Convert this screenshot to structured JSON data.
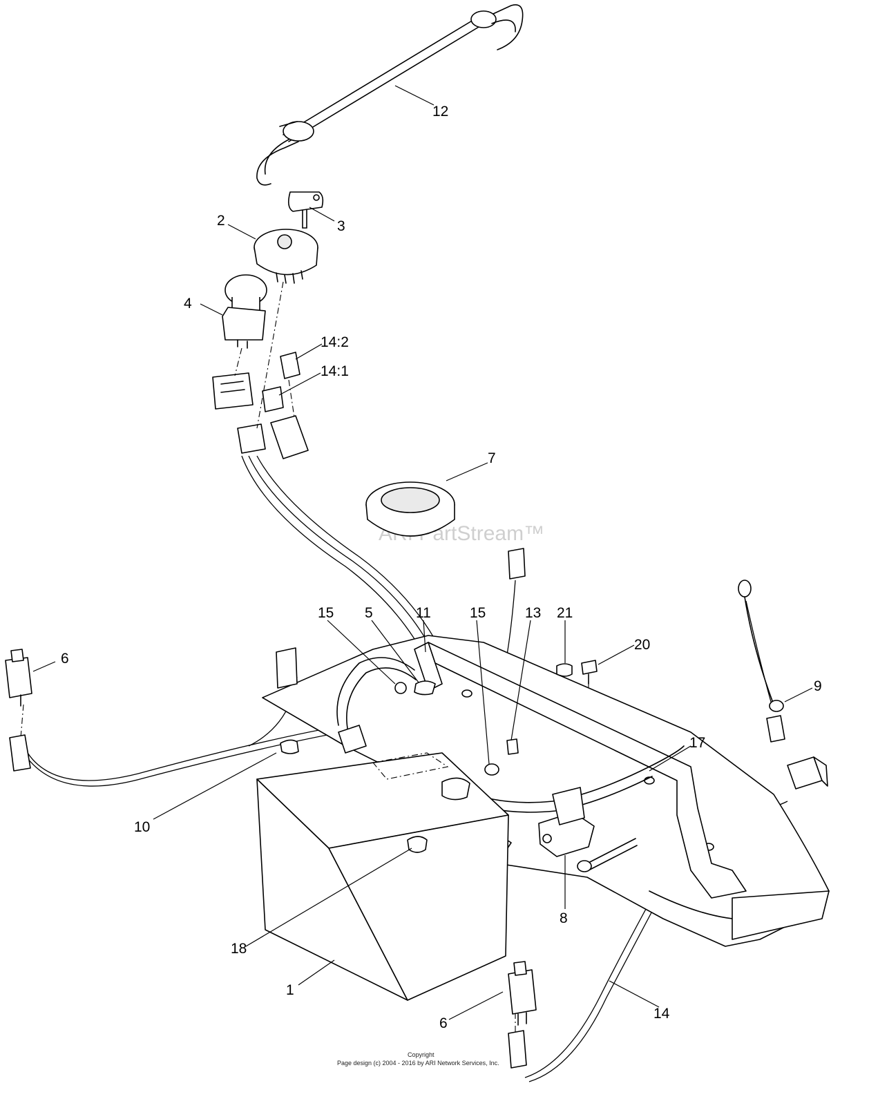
{
  "watermark": "ARI PartStream™",
  "copyright": {
    "line1": "Copyright",
    "line2": "Page design (c) 2004 - 2016 by ARI Network Services, Inc."
  },
  "callouts": {
    "c1": "1",
    "c2": "2",
    "c3": "3",
    "c4": "4",
    "c5": "5",
    "c6a": "6",
    "c6b": "6",
    "c7": "7",
    "c8": "8",
    "c9": "9",
    "c10": "10",
    "c11": "11",
    "c12": "12",
    "c13": "13",
    "c14": "14",
    "c14_1": "14:1",
    "c14_2": "14:2",
    "c15a": "15",
    "c15b": "15",
    "c17": "17",
    "c18": "18",
    "c20": "20",
    "c21": "21"
  }
}
